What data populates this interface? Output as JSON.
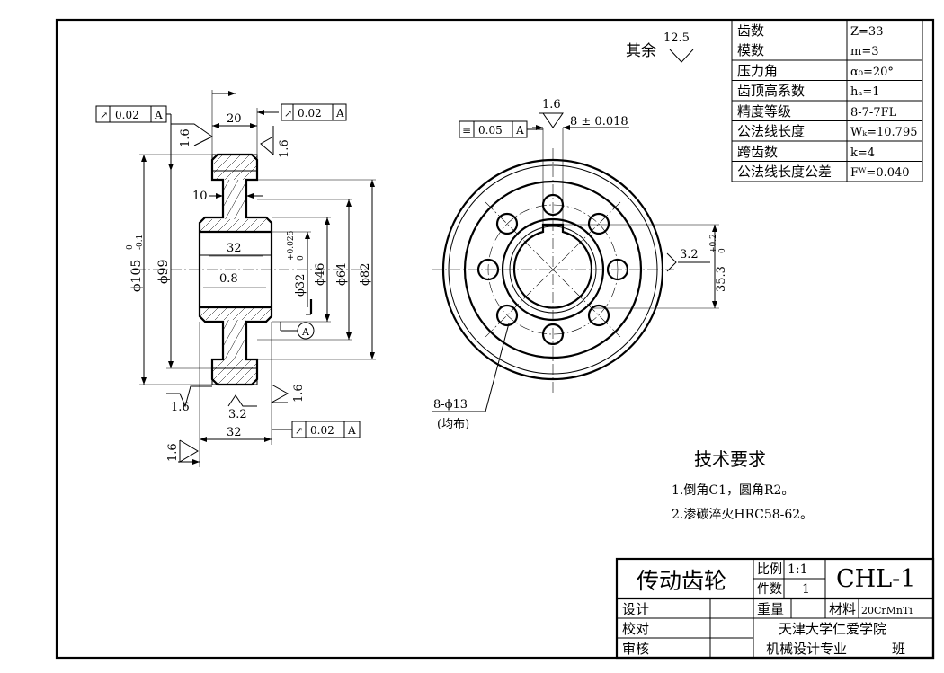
{
  "surface_roughness_note": {
    "label": "其余",
    "value": "12.5"
  },
  "params_table": [
    {
      "name": "齿数",
      "value": "Z=33"
    },
    {
      "name": "模数",
      "value": "m=3"
    },
    {
      "name": "压力角",
      "value": "α₀=20°"
    },
    {
      "name": "齿顶高系数",
      "value": "hₐ=1"
    },
    {
      "name": "精度等级",
      "value": "8-7-7FL"
    },
    {
      "name": "公法线长度",
      "value": "Wₖ=10.795"
    },
    {
      "name": "跨齿数",
      "value": "k=4"
    },
    {
      "name": "公法线长度公差",
      "value": "Fᵂ=0.040"
    }
  ],
  "section_view": {
    "width_top": "20",
    "width_bottom": "32",
    "bore_length": "32",
    "web_thickness": "10",
    "chamfer": "0.8",
    "dia_tip": "ϕ105",
    "dia_tip_tol_upper": "0",
    "dia_tip_tol_lower": "-0.1",
    "dia_99": "ϕ99",
    "dia_bore": "ϕ32",
    "dia_bore_tol_upper": "+0.025",
    "dia_bore_tol_lower": "0",
    "dia_46": "ϕ46",
    "dia_64": "ϕ64",
    "dia_82": "ϕ82",
    "datum": "A",
    "roughness_left_top": "1.6",
    "roughness_top_right": "1.6",
    "roughness_bottom_left": "1.6",
    "roughness_bottom_mid": "3.2",
    "roughness_bottom_right": "1.6",
    "roughness_lowest": "1.6",
    "gtol_top_left": {
      "tol": "0.02",
      "datum": "A"
    },
    "gtol_top_right": {
      "tol": "0.02",
      "datum": "A"
    },
    "gtol_bottom": {
      "tol": "0.02",
      "datum": "A"
    }
  },
  "front_view": {
    "keyway_roughness": "1.6",
    "keyway_width": "8 ± 0.018",
    "symmetry_tol": {
      "tol": "0.05",
      "datum": "A"
    },
    "keyway_side_roughness": "3.2",
    "keyway_depth": "35.3",
    "keyway_depth_tol_upper": "+0.2",
    "keyway_depth_tol_lower": "0",
    "holes_label": "8-ϕ13",
    "holes_note": "(均布)"
  },
  "tech_requirements": {
    "title": "技术要求",
    "items": [
      "1.倒角C1，圆角R2。",
      "2.渗碳淬火HRC58-62。"
    ]
  },
  "title_block": {
    "part_name": "传动齿轮",
    "scale_label": "比例",
    "scale_value": "1:1",
    "qty_label": "件数",
    "qty_value": "1",
    "drawing_no": "CHL-1",
    "design_label": "设计",
    "weight_label": "重量",
    "material_label": "材料",
    "material_value": "20CrMnTi",
    "check_label": "校对",
    "school": "天津大学仁爱学院",
    "review_label": "审核",
    "major": "机械设计专业",
    "class_label": "班"
  }
}
